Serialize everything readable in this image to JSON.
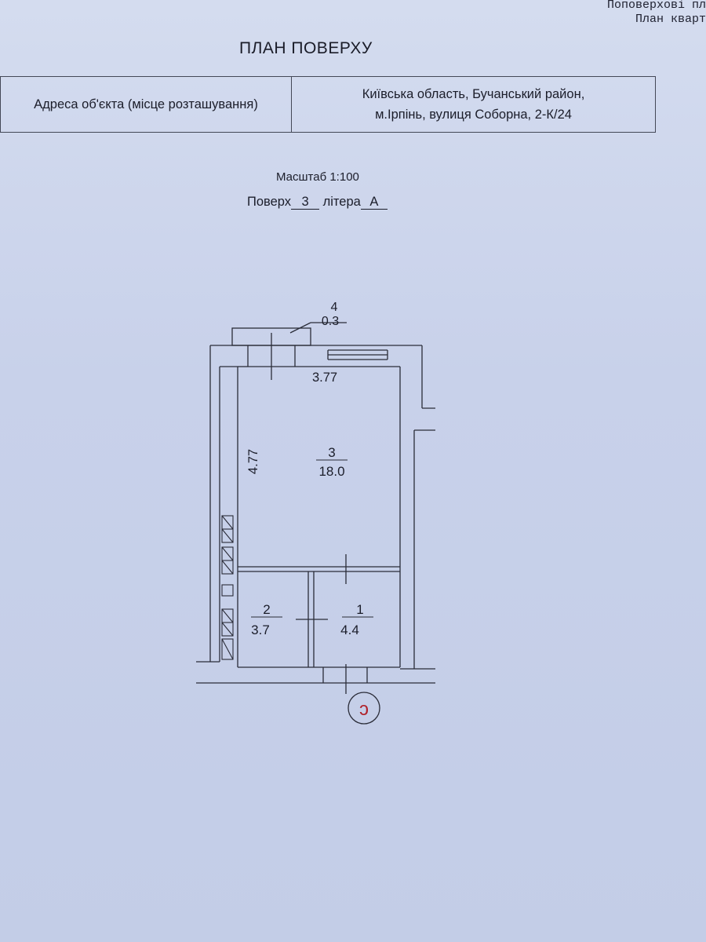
{
  "header": {
    "corner_line1": "Поповерхові пл",
    "corner_line2": "План кварт"
  },
  "title": "ПЛАН ПОВЕРХУ",
  "address": {
    "label": "Адреса об'єкта (місце розташування)",
    "value_line1": "Київська область, Бучанський район,",
    "value_line2": "м.Ірпінь, вулиця Соборна, 2-К/24"
  },
  "scale": "Масштаб 1:100",
  "floor": {
    "floor_label": "Поверх",
    "floor_number": "3",
    "litera_label": "літера",
    "litera_value": "А"
  },
  "plan": {
    "rooms": [
      {
        "number": "4",
        "area": "0.3"
      },
      {
        "number": "3",
        "area": "18.0"
      },
      {
        "number": "2",
        "area": "3.7"
      },
      {
        "number": "1",
        "area": "4.4"
      }
    ],
    "dimensions": {
      "width": "3.77",
      "length": "4.77"
    },
    "stamp_mark": "ↄ"
  },
  "colors": {
    "paper": "#c9d3ec",
    "ink": "#1b1d2a",
    "stamp": "#b0222a"
  }
}
